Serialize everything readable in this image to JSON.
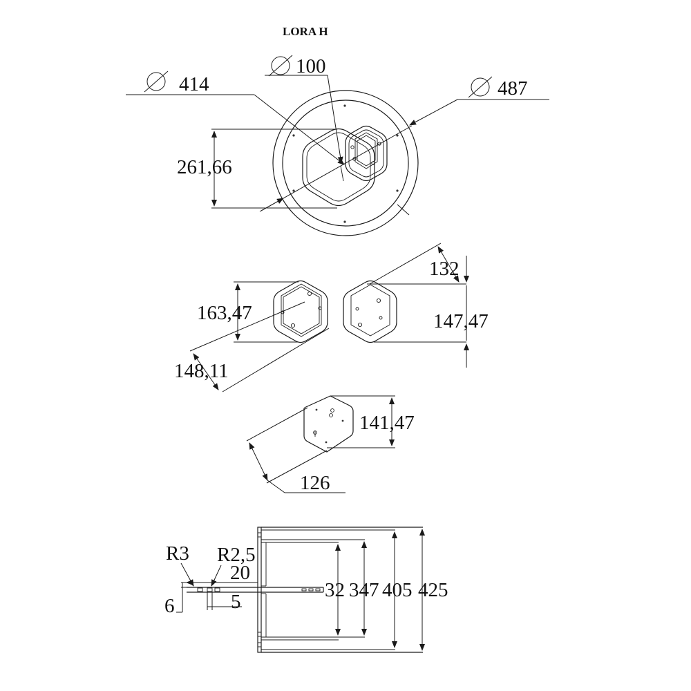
{
  "title": "LORA H",
  "views": {
    "top": {
      "diameter_outer": "487",
      "diameter_inner": "414",
      "diameter_small": "100",
      "height": "261,66"
    },
    "hexagons": {
      "width": "163,47",
      "depth_left": "148,11",
      "depth_right": "132",
      "height_right": "147,47"
    },
    "plate": {
      "height": "141,47",
      "depth": "126"
    },
    "section": {
      "r1": "R3",
      "r2": "R2,5",
      "w1": "20",
      "h1": "6",
      "w2": "5",
      "d1": "32",
      "d2": "347",
      "d3": "405",
      "d4": "425"
    }
  },
  "colors": {
    "line": "#1a1a1a",
    "background": "#ffffff"
  }
}
